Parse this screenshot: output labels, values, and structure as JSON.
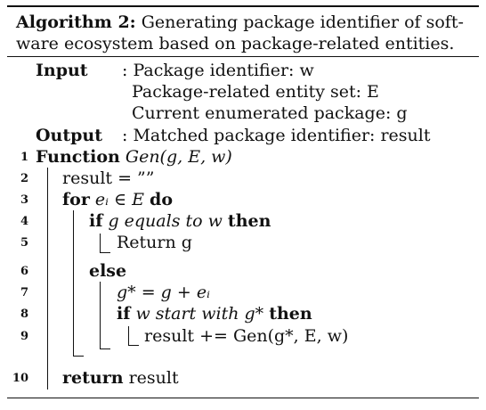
{
  "algorithm": {
    "title_label": "Algorithm 2:",
    "caption_line1": "Generating package identifier of soft-",
    "caption_line2": "ware ecosystem based on package-related entities.",
    "input_label": "Input",
    "input_lines": [
      ": Package identifier: w",
      "Package-related entity set: E",
      "Current enumerated package: g"
    ],
    "output_label": "Output",
    "output_line": ": Matched package identifier: result",
    "lines": [
      {
        "num": "1",
        "keyword": "Function",
        "text": "Gen(g, E, w)"
      },
      {
        "num": "2",
        "text": "result = ””"
      },
      {
        "num": "3",
        "keyword": "for",
        "text": "eᵢ ∈ E",
        "keyword2": "do"
      },
      {
        "num": "4",
        "keyword": "if",
        "text": "g equals to w",
        "keyword2": "then"
      },
      {
        "num": "5",
        "text": "Return g"
      },
      {
        "num": "6",
        "keyword": "else"
      },
      {
        "num": "7",
        "text": "g* = g + eᵢ"
      },
      {
        "num": "8",
        "keyword": "if",
        "text": "w start with g*",
        "keyword2": "then"
      },
      {
        "num": "9",
        "text": "result += Gen(g*, E, w)"
      },
      {
        "num": "10",
        "keyword": "return",
        "text": "result"
      }
    ]
  }
}
